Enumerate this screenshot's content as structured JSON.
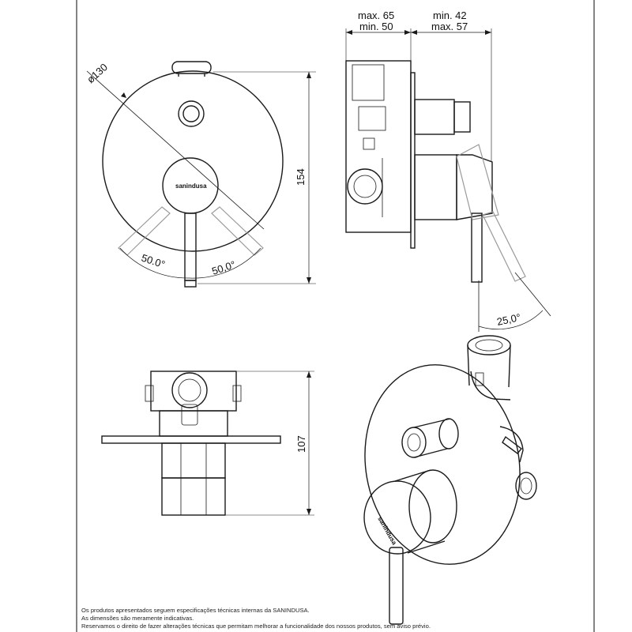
{
  "dimensions": {
    "diameter": "ø130",
    "height_front": "154",
    "angle_left": "50.0°",
    "angle_right": "50,0°",
    "depth_max": "max. 65",
    "depth_min": "min. 50",
    "projection_min": "min. 42",
    "projection_max": "max. 57",
    "lever_angle": "25,0°",
    "height_bottom": "107"
  },
  "brand": "sanindusa",
  "disclaimer": [
    "Os produtos apresentados seguem especificações técnicas internas da SANINDUSA.",
    "As dimensões são meramente indicativas.",
    "Reservamos o direito de fazer alterações técnicas que permitam melhorar a funcionalidade dos nossos produtos, sem aviso prévio."
  ]
}
